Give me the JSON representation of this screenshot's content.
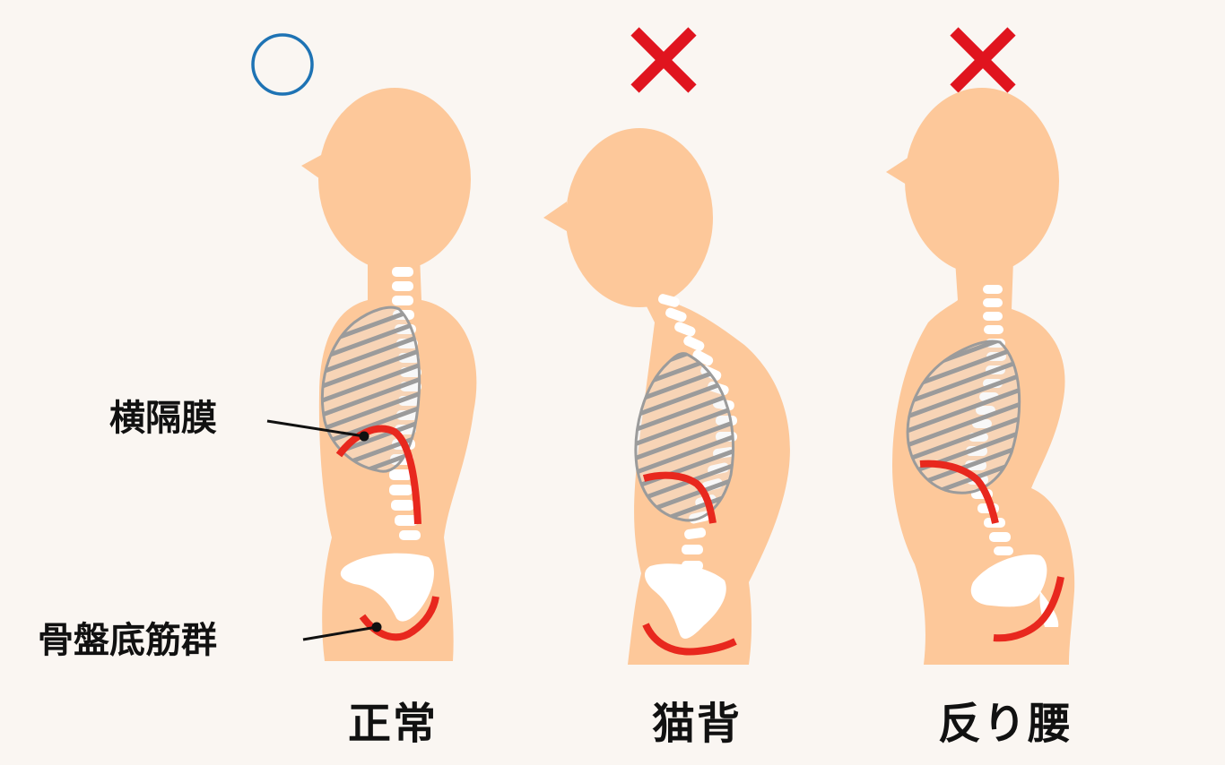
{
  "labels": {
    "diaphragm": "横隔膜",
    "pelvic_floor": "骨盤底筋群"
  },
  "figures": [
    {
      "caption": "正常",
      "mark": "○",
      "verdict": "good"
    },
    {
      "caption": "猫背",
      "mark": "×",
      "verdict": "bad"
    },
    {
      "caption": "反り腰",
      "mark": "×",
      "verdict": "bad"
    }
  ],
  "colors": {
    "background": "#faf6f2",
    "skin": "#fdc89a",
    "muscle_line": "#e8281e",
    "spine": "#ffffff",
    "ribs": "#9b9b9b",
    "good_mark": "#1e73b4",
    "bad_mark": "#e0141e",
    "text": "#111111"
  }
}
